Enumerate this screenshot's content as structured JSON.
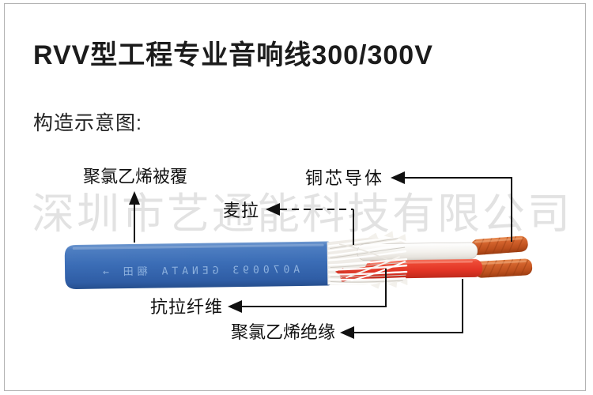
{
  "header": {
    "title": "RVV型工程专业音响线300/300V",
    "subtitle": "构造示意图:"
  },
  "watermark": "深圳市艺通能科技有限公司",
  "diagram": {
    "labels": {
      "sheath": "聚氯乙烯被覆",
      "copper_conductor": "铜芯导体",
      "mylar": "麦拉",
      "tensile_fiber": "抗拉纤维",
      "insulation": "聚氯乙烯绝缘"
    },
    "jacket_print": "A070093  GENATA  稇田  →",
    "colors": {
      "jacket_blue": "#3b6db6",
      "jacket_print_blue": "#8db1de",
      "insulation_red": "#e23425",
      "copper_orange": "#c65722",
      "wire_white": "#f4f2ee",
      "callout_black": "#111111",
      "watermark_gray": "#e3e3e3",
      "frame_gray": "#b3b3b3"
    }
  }
}
